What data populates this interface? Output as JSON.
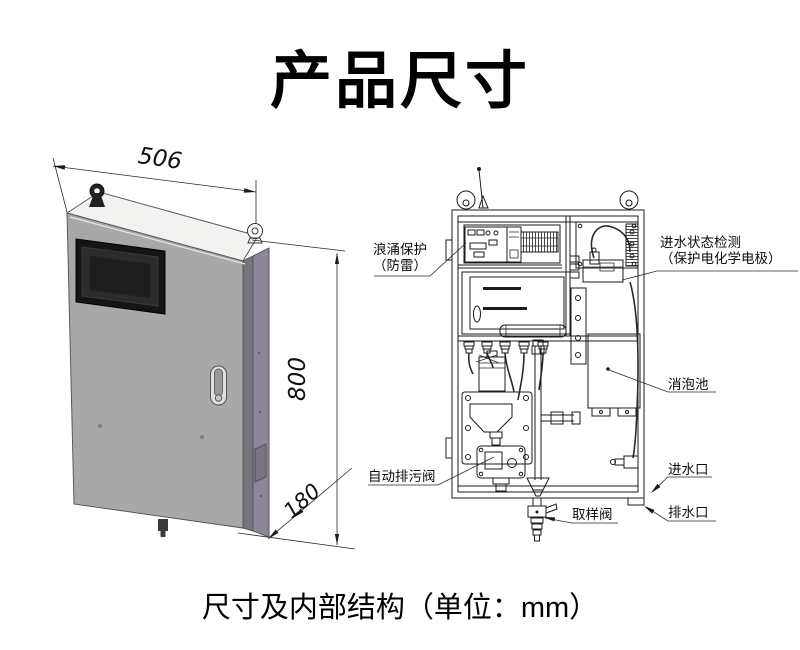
{
  "title": "产品尺寸",
  "caption": "尺寸及内部结构（单位：mm）",
  "exterior_view": {
    "dim_width_mm": "506",
    "dim_height_mm": "800",
    "dim_depth_mm": "180"
  },
  "internal_view": {
    "labels": {
      "surge_protection_line1": "浪涌保护",
      "surge_protection_line2": "（防雷）",
      "inlet_status_line1": "进水状态检测",
      "inlet_status_line2": "（保护电化学电极）",
      "defoaming_tank": "消泡池",
      "water_inlet": "进水口",
      "water_outlet": "排水口",
      "auto_drain_valve": "自动排污阀",
      "sampling_valve": "取样阀"
    }
  },
  "colors": {
    "line": "#1b1b1b",
    "cabinet_front": "#a8a8a8",
    "cabinet_side": "#8e8596",
    "cabinet_edge": "#77757c",
    "cabinet_top": "#f2f2f0",
    "screen_frame": "#151515",
    "screen_panel": "#2b2b2b",
    "background": "#ffffff"
  }
}
